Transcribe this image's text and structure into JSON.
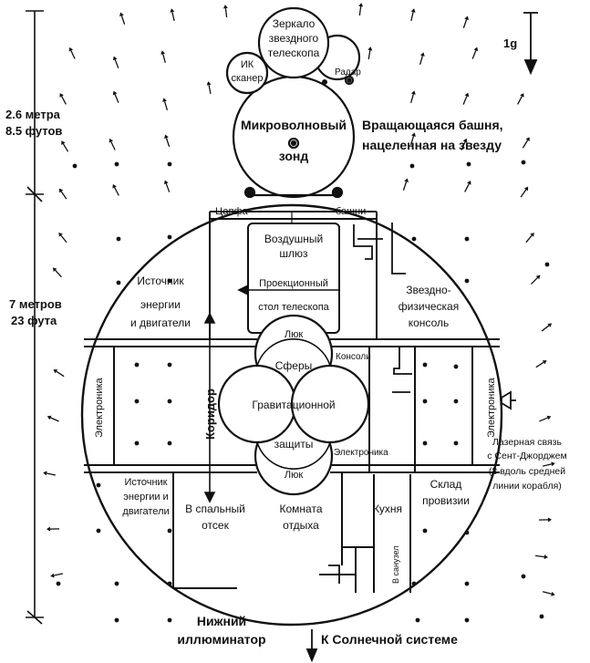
{
  "labels": {
    "mirror": [
      "Зеркало",
      "звездного",
      "телескопа"
    ],
    "ir_scanner": [
      "ИК",
      "сканер"
    ],
    "radar": "Радар",
    "gravity_1g": "1g",
    "dim_top": [
      "2.6 метра",
      "8.5 футов"
    ],
    "dim_bottom": [
      "7 метров",
      "23 фута"
    ],
    "microwave": [
      "Микроволновый",
      "зонд"
    ],
    "rotating_tower": [
      "Вращающаяся башня,",
      "нацеленная на звезду"
    ],
    "trunnion": "Цапфа",
    "tower": "башни",
    "airlock": [
      "Воздушный",
      "шлюз"
    ],
    "projection_table": [
      "Проекционный",
      "стол телескопа"
    ],
    "power_top": [
      "Источник",
      "энергии",
      "и двигатели"
    ],
    "astro_console": [
      "Звездно-",
      "физическая",
      "консоль"
    ],
    "hatch_top": "Люк",
    "spheres": "Сферы",
    "consoles": "Консоли",
    "gravitational": "Гравитационной",
    "protection": "защиты",
    "electronics_center": "Электроника",
    "hatch_bottom": "Люк",
    "corridor": "Коридор",
    "electronics_left": "Электроника",
    "electronics_right": "Электроника",
    "laser_link": [
      "Лазерная связь",
      "с Сент-Джорджем",
      "(3 вдоль средней",
      "линии корабля)"
    ],
    "power_bottom": [
      "Источник",
      "энергии и",
      "двигатели"
    ],
    "sleep": [
      "В спальный",
      "отсек"
    ],
    "rest": [
      "Комната",
      "отдыха"
    ],
    "kitchen": "Кухня",
    "pantry": [
      "Склад",
      "провизии"
    ],
    "bathroom": "В санузел",
    "bottom_window": [
      "Нижний",
      "иллюминатор"
    ],
    "solar": "К Солнечной системе"
  },
  "colors": {
    "ink": "#111111",
    "background": "#ffffff"
  }
}
